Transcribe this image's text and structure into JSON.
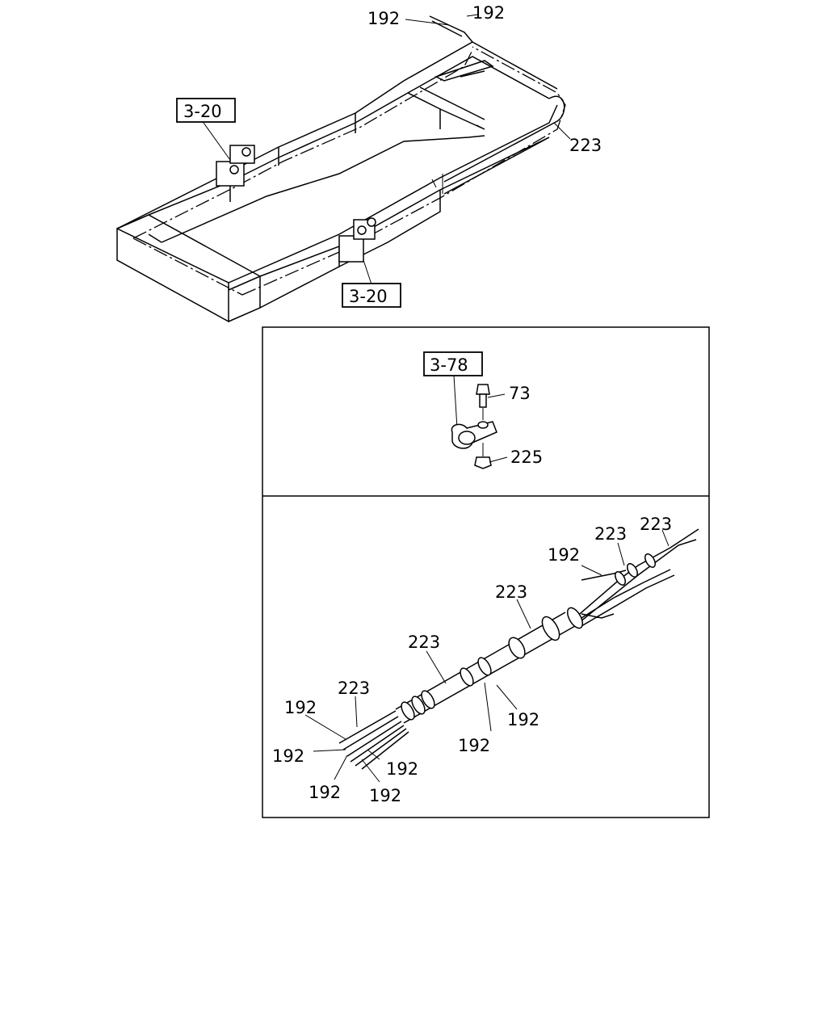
{
  "main_view": {
    "labels": {
      "top_left_192": "192",
      "top_right_192": "192",
      "right_223": "223"
    },
    "refs": {
      "upper_ref": "3-20",
      "lower_ref": "3-20"
    }
  },
  "clip_detail": {
    "ref": "3-78",
    "bolt": "73",
    "nut": "225"
  },
  "harness_detail": {
    "labels": {
      "a_223": "223",
      "b_223": "223",
      "c_192": "192",
      "d_223": "223",
      "e_223": "223",
      "f_223": "223",
      "g_192": "192",
      "h_192": "192",
      "i_192": "192",
      "j_192": "192",
      "k_192": "192",
      "l_192": "192",
      "m_192": "192"
    }
  }
}
